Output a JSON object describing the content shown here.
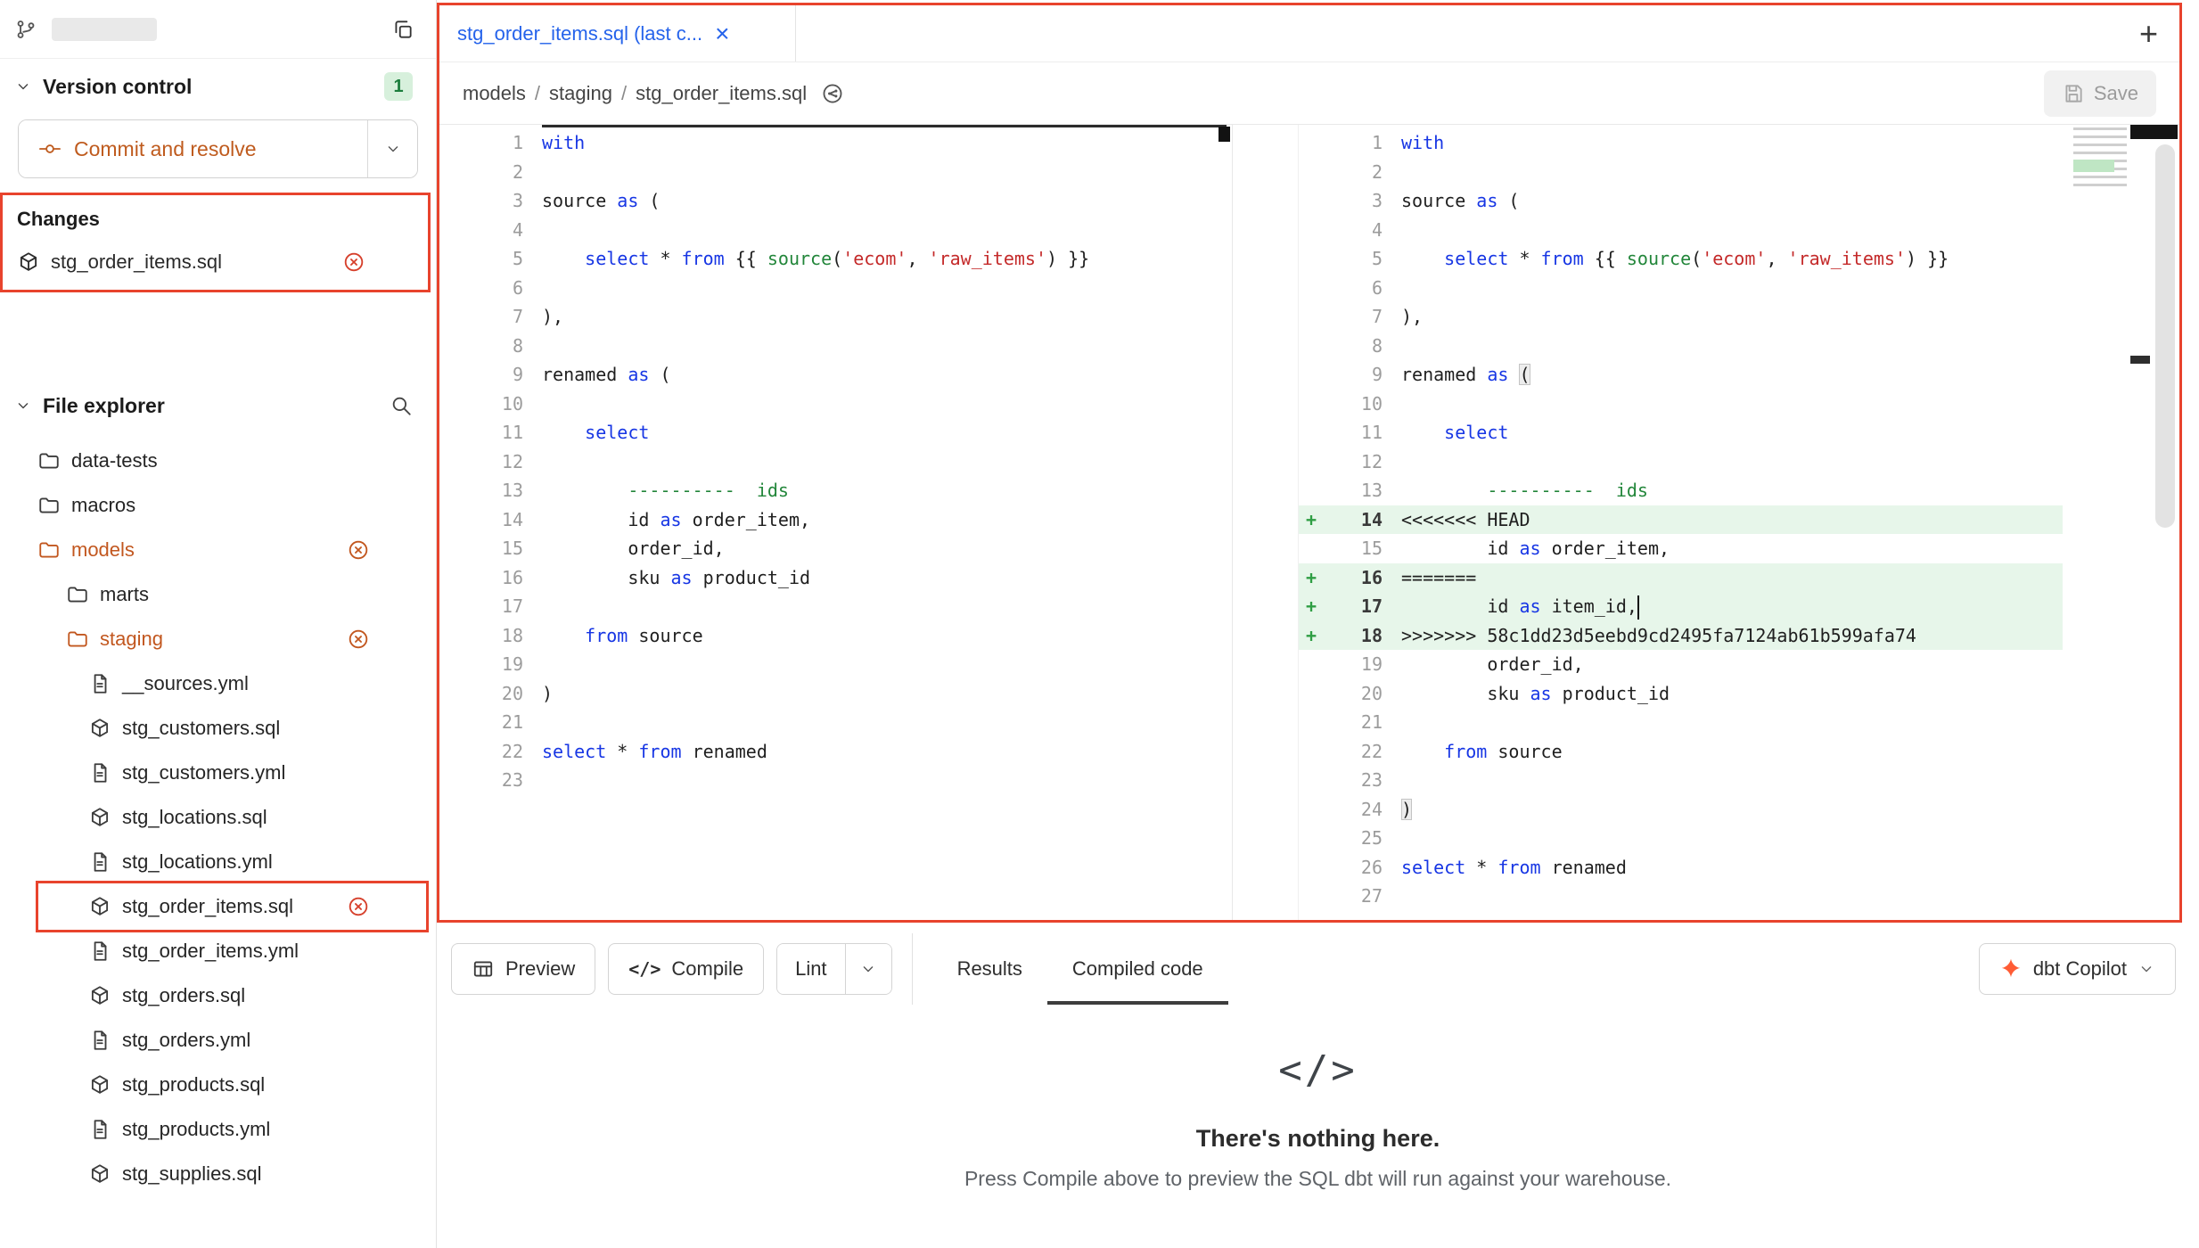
{
  "colors": {
    "annotation_red": "#e8432d",
    "accent_orange": "#bf5b1e",
    "badge_green_bg": "#d7f0dc",
    "badge_green_text": "#1b7d3c",
    "tab_blue": "#2563eb",
    "added_line_bg": "#e7f6ea",
    "dbt_orange": "#ff5c35",
    "keyword_blue": "#1736e4",
    "string_red": "#c42a2a",
    "comment_green": "#22863a"
  },
  "sidebar": {
    "version_control": {
      "label": "Version control",
      "badge": "1",
      "commit_button": "Commit and resolve"
    },
    "changes": {
      "title": "Changes",
      "items": [
        {
          "name": "stg_order_items.sql",
          "icon": "model-icon"
        }
      ]
    },
    "file_explorer": {
      "label": "File explorer",
      "tree": [
        {
          "name": "data-tests",
          "icon": "folder-icon",
          "depth": 0
        },
        {
          "name": "macros",
          "icon": "folder-icon",
          "depth": 0
        },
        {
          "name": "models",
          "icon": "folder-icon",
          "depth": 0,
          "modified": true,
          "changed": true
        },
        {
          "name": "marts",
          "icon": "folder-icon",
          "depth": 1
        },
        {
          "name": "staging",
          "icon": "folder-icon",
          "depth": 1,
          "modified": true,
          "changed": true
        },
        {
          "name": "__sources.yml",
          "icon": "file-icon",
          "depth": 2
        },
        {
          "name": "stg_customers.sql",
          "icon": "model-icon",
          "depth": 2
        },
        {
          "name": "stg_customers.yml",
          "icon": "file-icon",
          "depth": 2
        },
        {
          "name": "stg_locations.sql",
          "icon": "model-icon",
          "depth": 2
        },
        {
          "name": "stg_locations.yml",
          "icon": "file-icon",
          "depth": 2
        },
        {
          "name": "stg_order_items.sql",
          "icon": "model-icon",
          "depth": 2,
          "changed": true,
          "annotated": true
        },
        {
          "name": "stg_order_items.yml",
          "icon": "file-icon",
          "depth": 2
        },
        {
          "name": "stg_orders.sql",
          "icon": "model-icon",
          "depth": 2
        },
        {
          "name": "stg_orders.yml",
          "icon": "file-icon",
          "depth": 2
        },
        {
          "name": "stg_products.sql",
          "icon": "model-icon",
          "depth": 2
        },
        {
          "name": "stg_products.yml",
          "icon": "file-icon",
          "depth": 2
        },
        {
          "name": "stg_supplies.sql",
          "icon": "model-icon",
          "depth": 2
        }
      ]
    }
  },
  "editor": {
    "tab_title": "stg_order_items.sql (last c...",
    "close_glyph": "×",
    "new_tab_glyph": "+",
    "breadcrumb": [
      "models",
      "staging",
      "stg_order_items.sql"
    ],
    "save_label": "Save",
    "left_lines": [
      {
        "n": 1,
        "t": [
          [
            "kw",
            "with"
          ]
        ]
      },
      {
        "n": 2,
        "t": []
      },
      {
        "n": 3,
        "t": [
          [
            "txt",
            "source "
          ],
          [
            "kw",
            "as"
          ],
          [
            "txt",
            " ("
          ]
        ]
      },
      {
        "n": 4,
        "t": []
      },
      {
        "n": 5,
        "t": [
          [
            "txt",
            "    "
          ],
          [
            "kw",
            "select"
          ],
          [
            "txt",
            " * "
          ],
          [
            "kw",
            "from"
          ],
          [
            "txt",
            " {{ "
          ],
          [
            "fn",
            "source"
          ],
          [
            "txt",
            "("
          ],
          [
            "str",
            "'ecom'"
          ],
          [
            "txt",
            ", "
          ],
          [
            "str",
            "'raw_items'"
          ],
          [
            "txt",
            ") }}"
          ]
        ]
      },
      {
        "n": 6,
        "t": []
      },
      {
        "n": 7,
        "t": [
          [
            "txt",
            "),"
          ]
        ]
      },
      {
        "n": 8,
        "t": []
      },
      {
        "n": 9,
        "t": [
          [
            "txt",
            "renamed "
          ],
          [
            "kw",
            "as"
          ],
          [
            "txt",
            " ("
          ]
        ]
      },
      {
        "n": 10,
        "t": []
      },
      {
        "n": 11,
        "t": [
          [
            "txt",
            "    "
          ],
          [
            "kw",
            "select"
          ]
        ]
      },
      {
        "n": 12,
        "t": []
      },
      {
        "n": 13,
        "t": [
          [
            "txt",
            "        "
          ],
          [
            "com",
            "----------  ids"
          ]
        ]
      },
      {
        "n": 14,
        "t": [
          [
            "txt",
            "        id "
          ],
          [
            "kw",
            "as"
          ],
          [
            "txt",
            " order_item,"
          ]
        ]
      },
      {
        "n": 15,
        "t": [
          [
            "txt",
            "        order_id,"
          ]
        ]
      },
      {
        "n": 16,
        "t": [
          [
            "txt",
            "        sku "
          ],
          [
            "kw",
            "as"
          ],
          [
            "txt",
            " product_id"
          ]
        ]
      },
      {
        "n": 17,
        "t": []
      },
      {
        "n": 18,
        "t": [
          [
            "txt",
            "    "
          ],
          [
            "kw",
            "from"
          ],
          [
            "txt",
            " source"
          ]
        ]
      },
      {
        "n": 19,
        "t": []
      },
      {
        "n": 20,
        "t": [
          [
            "txt",
            ")"
          ]
        ]
      },
      {
        "n": 21,
        "t": []
      },
      {
        "n": 22,
        "t": [
          [
            "kw",
            "select"
          ],
          [
            "txt",
            " * "
          ],
          [
            "kw",
            "from"
          ],
          [
            "txt",
            " renamed"
          ]
        ]
      },
      {
        "n": 23,
        "t": []
      }
    ],
    "right_lines": [
      {
        "n": 1,
        "t": [
          [
            "kw",
            "with"
          ]
        ]
      },
      {
        "n": 2,
        "t": []
      },
      {
        "n": 3,
        "t": [
          [
            "txt",
            "source "
          ],
          [
            "kw",
            "as"
          ],
          [
            "txt",
            " ("
          ]
        ]
      },
      {
        "n": 4,
        "t": []
      },
      {
        "n": 5,
        "t": [
          [
            "txt",
            "    "
          ],
          [
            "kw",
            "select"
          ],
          [
            "txt",
            " * "
          ],
          [
            "kw",
            "from"
          ],
          [
            "txt",
            " {{ "
          ],
          [
            "fn",
            "source"
          ],
          [
            "txt",
            "("
          ],
          [
            "str",
            "'ecom'"
          ],
          [
            "txt",
            ", "
          ],
          [
            "str",
            "'raw_items'"
          ],
          [
            "txt",
            ") }}"
          ]
        ]
      },
      {
        "n": 6,
        "t": []
      },
      {
        "n": 7,
        "t": [
          [
            "txt",
            "),"
          ]
        ]
      },
      {
        "n": 8,
        "t": []
      },
      {
        "n": 9,
        "t": [
          [
            "txt",
            "renamed "
          ],
          [
            "kw",
            "as"
          ],
          [
            "txt",
            " "
          ],
          [
            "bm",
            "("
          ]
        ]
      },
      {
        "n": 10,
        "t": []
      },
      {
        "n": 11,
        "t": [
          [
            "txt",
            "    "
          ],
          [
            "kw",
            "select"
          ]
        ]
      },
      {
        "n": 12,
        "t": []
      },
      {
        "n": 13,
        "t": [
          [
            "txt",
            "        "
          ],
          [
            "com",
            "----------  ids"
          ]
        ]
      },
      {
        "n": 14,
        "add": true,
        "t": [
          [
            "txt",
            "<<<<<<< HEAD"
          ]
        ]
      },
      {
        "n": 15,
        "t": [
          [
            "txt",
            "        id "
          ],
          [
            "kw",
            "as"
          ],
          [
            "txt",
            " order_item,"
          ]
        ]
      },
      {
        "n": 16,
        "add": true,
        "t": [
          [
            "txt",
            "======="
          ]
        ]
      },
      {
        "n": 17,
        "add": true,
        "t": [
          [
            "txt",
            "        id "
          ],
          [
            "kw",
            "as"
          ],
          [
            "txt",
            " item_id,"
          ],
          [
            "cur",
            ""
          ]
        ]
      },
      {
        "n": 18,
        "add": true,
        "t": [
          [
            "txt",
            ">>>>>>> 58c1dd23d5eebd9cd2495fa7124ab61b599afa74"
          ]
        ]
      },
      {
        "n": 19,
        "t": [
          [
            "txt",
            "        order_id,"
          ]
        ]
      },
      {
        "n": 20,
        "t": [
          [
            "txt",
            "        sku "
          ],
          [
            "kw",
            "as"
          ],
          [
            "txt",
            " product_id"
          ]
        ]
      },
      {
        "n": 21,
        "t": []
      },
      {
        "n": 22,
        "t": [
          [
            "txt",
            "    "
          ],
          [
            "kw",
            "from"
          ],
          [
            "txt",
            " source"
          ]
        ]
      },
      {
        "n": 23,
        "t": []
      },
      {
        "n": 24,
        "t": [
          [
            "bm",
            ")"
          ]
        ]
      },
      {
        "n": 25,
        "t": []
      },
      {
        "n": 26,
        "t": [
          [
            "kw",
            "select"
          ],
          [
            "txt",
            " * "
          ],
          [
            "kw",
            "from"
          ],
          [
            "txt",
            " renamed"
          ]
        ]
      },
      {
        "n": 27,
        "t": []
      }
    ]
  },
  "bottom": {
    "preview_label": "Preview",
    "compile_label": "Compile",
    "lint_label": "Lint",
    "tabs": [
      "Results",
      "Compiled code"
    ],
    "active_tab": "Compiled code",
    "copilot_label": "dbt Copilot",
    "code_glyph": "</>",
    "empty_title": "There's nothing here.",
    "empty_subtitle": "Press Compile above to preview the SQL dbt will run against your warehouse."
  }
}
